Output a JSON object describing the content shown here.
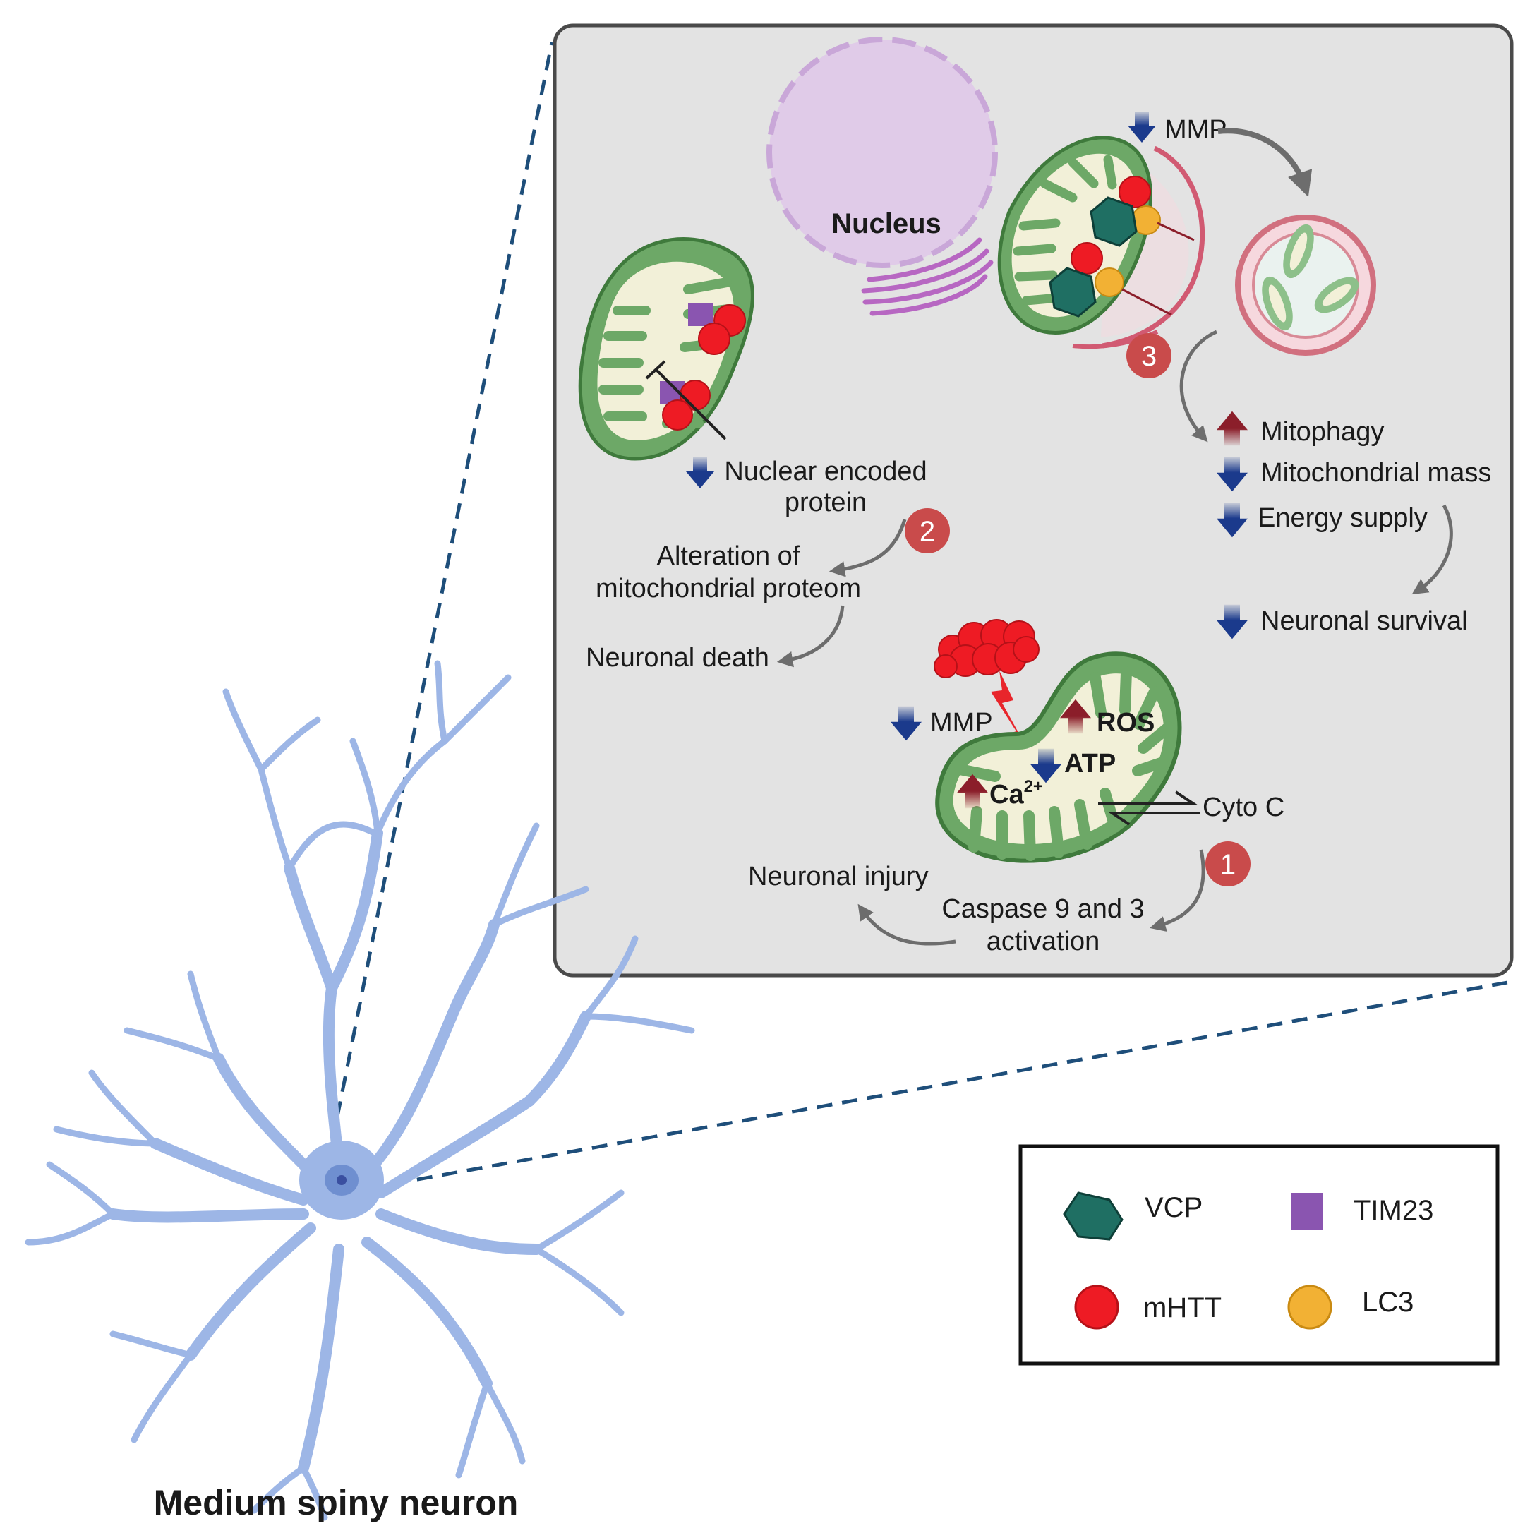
{
  "colors": {
    "panel_bg": "#e3e3e3",
    "panel_border": "#4a4a4a",
    "dashed_line": "#1e4e7a",
    "neuron": "#9db6e6",
    "neuron_stroke": "#6f8fd0",
    "mito_outer": "#6da867",
    "mito_inner": "#f2f0d8",
    "mhtt": "#ee1b24",
    "vcp": "#1f6f63",
    "tim23": "#8a55b0",
    "lc3": "#f2b134",
    "arrow_down": "#1b3a8c",
    "arrow_up": "#8b1e2a",
    "step_badge": "#c94b4b",
    "nucleus": "#e0cbe8"
  },
  "neuron_label": "Medium spiny neuron",
  "nucleus_label": "Nucleus",
  "pathway_2": {
    "step": "2",
    "nuclear_encoded": "Nuclear encoded",
    "protein": "protein",
    "alteration_line1": "Alteration of",
    "alteration_line2": "mitochondrial proteom",
    "outcome": "Neuronal death"
  },
  "pathway_3": {
    "step": "3",
    "mmp": "MMP",
    "mitophagy": "Mitophagy",
    "mito_mass": "Mitochondrial mass",
    "energy": "Energy supply",
    "survival": "Neuronal survival"
  },
  "pathway_1": {
    "step": "1",
    "mmp": "MMP",
    "ros": "ROS",
    "atp": "ATP",
    "ca": "Ca",
    "ca_sup": "2+",
    "cyto_c": "Cyto C",
    "caspase_line1": "Caspase 9 and 3",
    "caspase_line2": "activation",
    "outcome": "Neuronal injury"
  },
  "legend": {
    "vcp": "VCP",
    "tim23": "TIM23",
    "mhtt": "mHTT",
    "lc3": "LC3"
  }
}
